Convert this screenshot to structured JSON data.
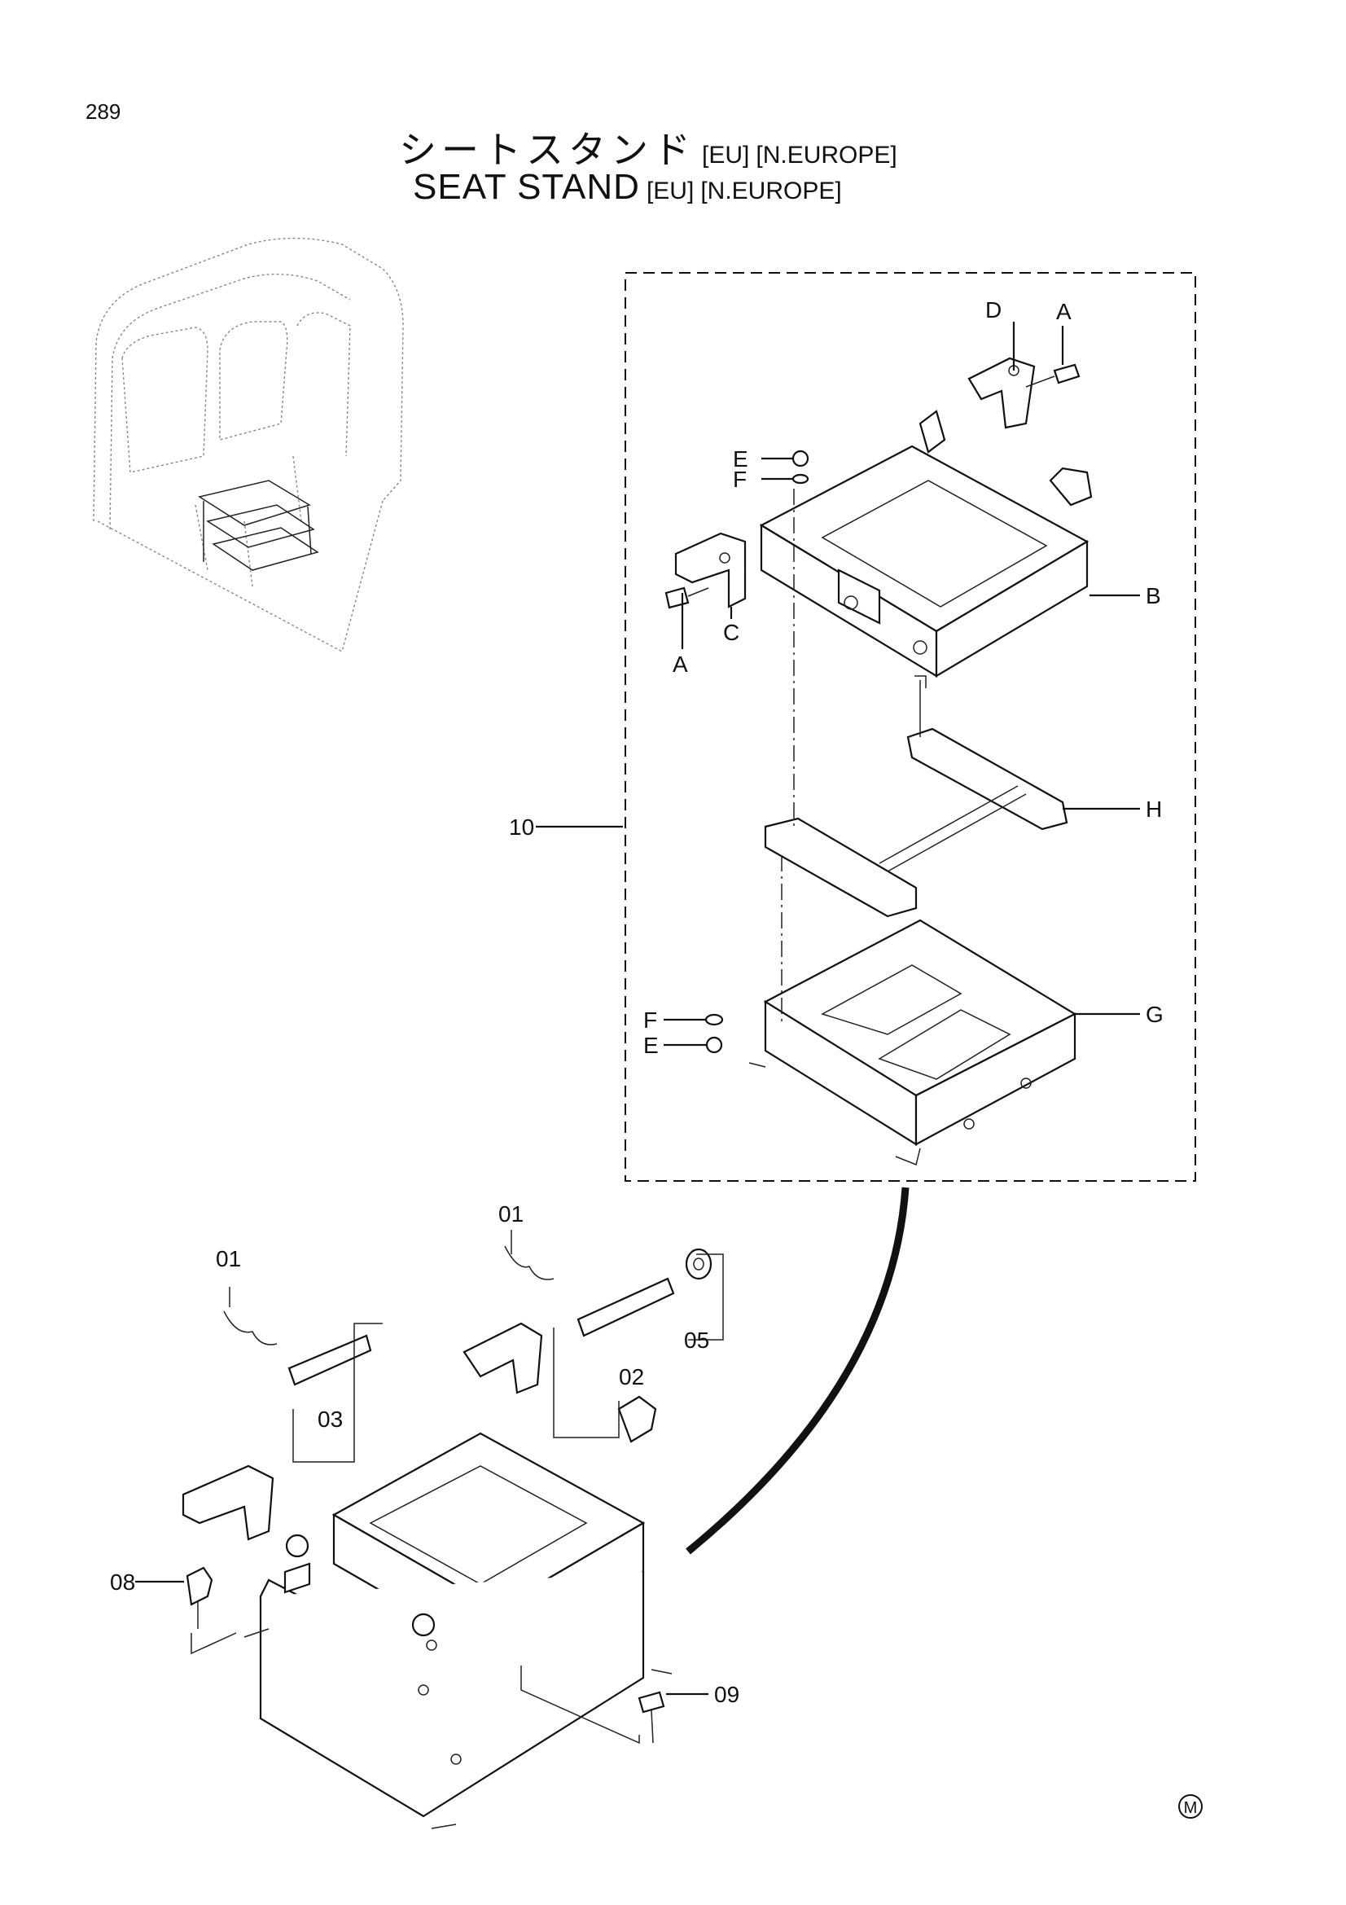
{
  "page_number": "289",
  "title_ja": "シートスタンド",
  "title_en": "SEAT  STAND",
  "tags": [
    "[EU]",
    "[N.EUROPE]"
  ],
  "callouts": {
    "A1": "A",
    "A2": "A",
    "B": "B",
    "C": "C",
    "D": "D",
    "E1": "E",
    "E2": "E",
    "F1": "F",
    "F2": "F",
    "G": "G",
    "H": "H",
    "assy": "10",
    "p01a": "01",
    "p01b": "01",
    "p02": "02",
    "p03": "03",
    "p05": "05",
    "p08": "08",
    "p09": "09"
  },
  "corner_mark": "M"
}
